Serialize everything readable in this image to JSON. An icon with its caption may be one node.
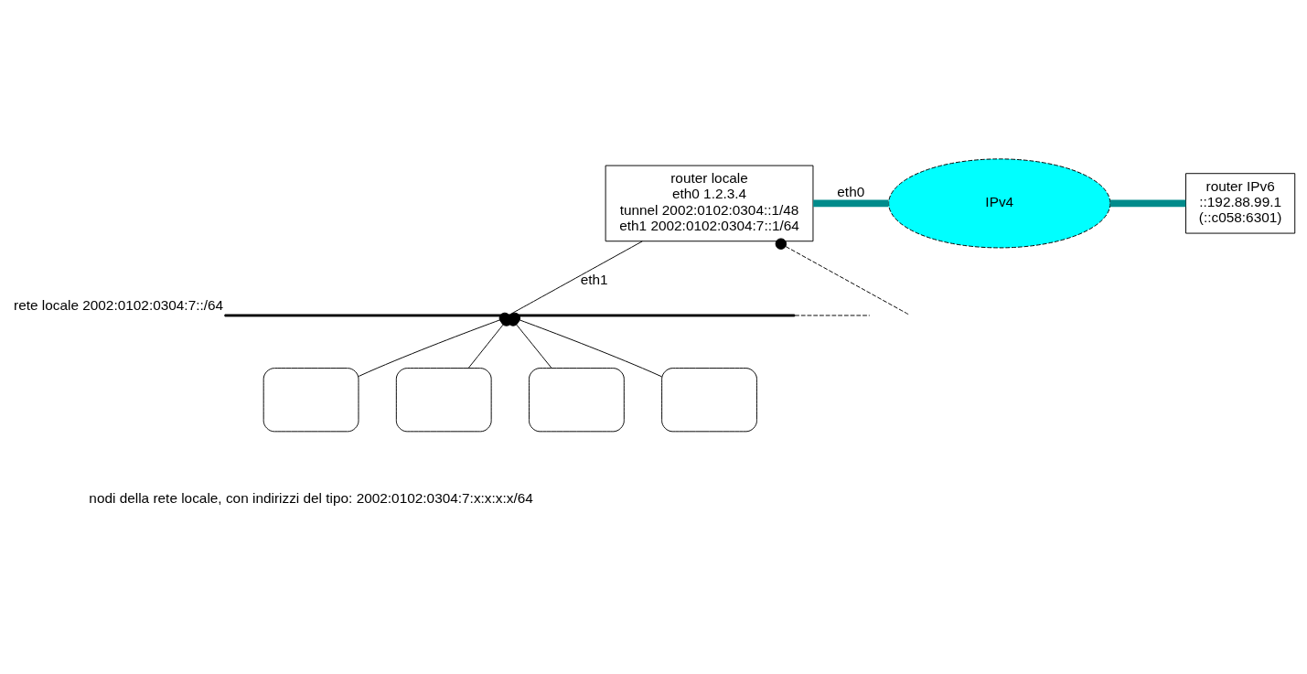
{
  "diagram": {
    "nodes": [
      {
        "text": [
          "router locale",
          "eth0 1.2.3.4",
          "tunnel 2002:0102:0304::1/48",
          "eth1 2002:0102:0304:7::1/64"
        ]
      },
      {
        "text": [
          "IPv4"
        ]
      },
      {
        "text": [
          "router IPv6",
          "::192.88.99.1",
          "(::c058:6301)"
        ]
      },
      {
        "text": [],
        "shape": "bar",
        "beside": [
          "rete locale 2002:0102:0304:7::/64"
        ]
      },
      {
        "text": [],
        "shape": "box"
      },
      {
        "text": [],
        "shape": "box"
      },
      {
        "text": [],
        "shape": "box"
      },
      {
        "text": [],
        "shape": "box"
      }
    ],
    "edges": [
      {
        "from": 0,
        "to": 1,
        "arrow": "none",
        "label": "eth0",
        "style": "thick",
        "color": "#008b8b"
      },
      {
        "from": 1,
        "to": 2,
        "arrow": "none",
        "style": "thick",
        "color": "#008b8b"
      },
      {
        "from": 0,
        "to": 3,
        "arrow": "none",
        "label": "eth1"
      },
      {
        "from": 3,
        "to": 4,
        "arrow": "other"
      },
      {
        "from": 3,
        "to": 5,
        "arrow": "other"
      },
      {
        "from": 3,
        "to": 6,
        "arrow": "other"
      },
      {
        "from": 3,
        "to": 7,
        "arrow": "other"
      },
      {
        "from": 3,
        "to": null,
        "arrow": "none",
        "style": "dashed"
      },
      {
        "from": 0,
        "to": null,
        "arrow": "other",
        "style": "dashed"
      }
    ],
    "labels": [
      "nodi della rete locale, con indirizzi del tipo: 2002:0102:0304:7:x:x:x:x/64"
    ]
  }
}
